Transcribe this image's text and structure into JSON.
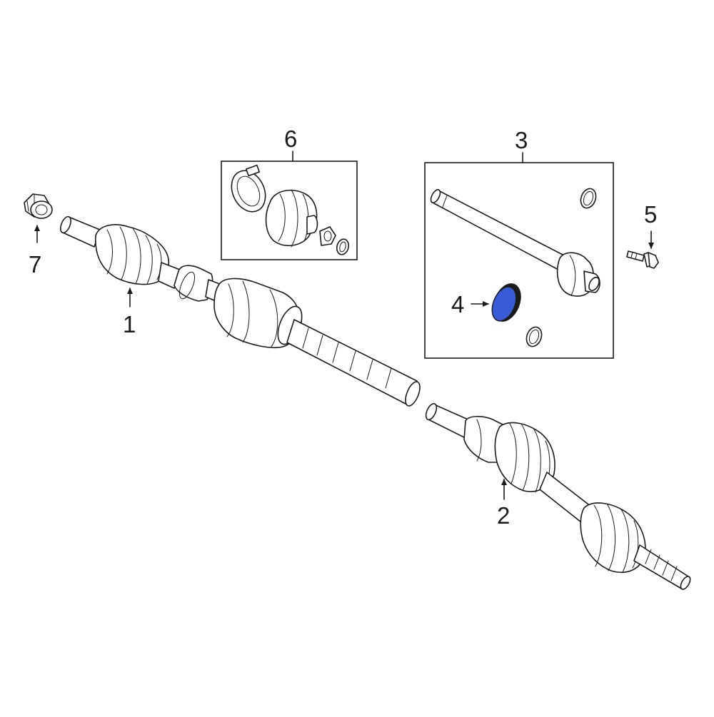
{
  "diagram": {
    "callouts": {
      "c1": "1",
      "c2": "2",
      "c3": "3",
      "c4": "4",
      "c5": "5",
      "c6": "6",
      "c7": "7"
    },
    "colors": {
      "line": "#1a1a1a",
      "highlight": "#3a5bd6",
      "background": "#ffffff"
    }
  }
}
